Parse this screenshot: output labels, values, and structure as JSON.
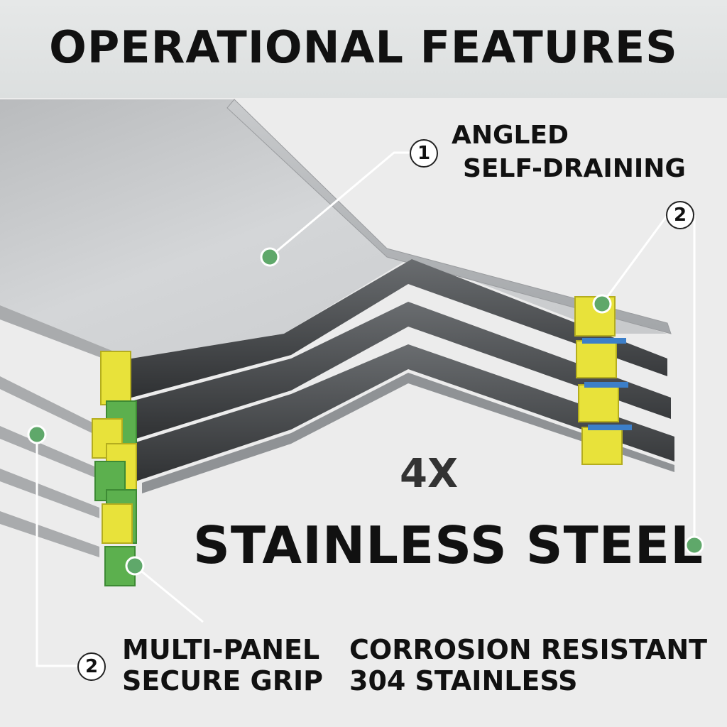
{
  "header": {
    "title": "OPERATIONAL FEATURES"
  },
  "features": [
    {
      "number": "1",
      "line1": "ANGLED",
      "line2": "SELF-DRAINING"
    },
    {
      "number": "2"
    },
    {
      "number": "2",
      "line1": "MULTI-PANEL",
      "line2": "SECURE GRIP"
    },
    {
      "line1": "CORROSION RESISTANT",
      "line2": "304 STAINLESS"
    }
  ],
  "product": {
    "count": "4X",
    "material": "STAINLESS STEEL"
  },
  "colors": {
    "clip_yellow": "#e8e23a",
    "clip_green": "#5cb04e",
    "marker_green": "#5fa86a",
    "banner": "#e2e4e4"
  },
  "icons": [
    "marker-dot-icon",
    "number-badge-icon"
  ]
}
